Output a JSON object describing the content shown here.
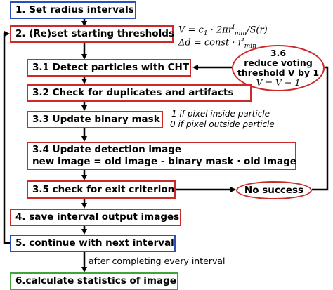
{
  "steps": {
    "s1": "1. Set radius intervals",
    "s2": "2. (Re)set starting thresholds",
    "s31": "3.1 Detect particles with CHT",
    "s32": "3.2 Check for duplicates and artifacts",
    "s33": "3.3 Update binary mask",
    "s34_line1": "3.4 Update detection image",
    "s34_line2": "new image = old image - binary mask · old image",
    "s35": "3.5 check for exit criterion",
    "s4": "4. save interval output images",
    "s5": "5. continue with next interval",
    "s6": "6.calculate statistics of image"
  },
  "oval_reduce": {
    "line1": "3.6",
    "line2": "reduce voting",
    "line3": "threshold V by 1",
    "line4": "V = V − 1"
  },
  "oval_nosuccess": "No success",
  "formulas": {
    "f1_prefix": "V = c",
    "f1_sub1": "1",
    "f1_mid": " · 2πr",
    "f1_sup": "i",
    "f1_sub2": "min",
    "f1_suffix": "/S(r)",
    "f2_prefix": "Δd = const · r",
    "f2_sup": "i",
    "f2_sub": "min"
  },
  "mask_notes": {
    "line1": "1 if pixel inside particle",
    "line2": "0 if pixel outside particle"
  },
  "after_label": "after completing every interval",
  "colors": {
    "red": "#cc2a2a",
    "blue": "#2a4fb8",
    "green": "#3fa33f",
    "arrow": "#000000"
  }
}
